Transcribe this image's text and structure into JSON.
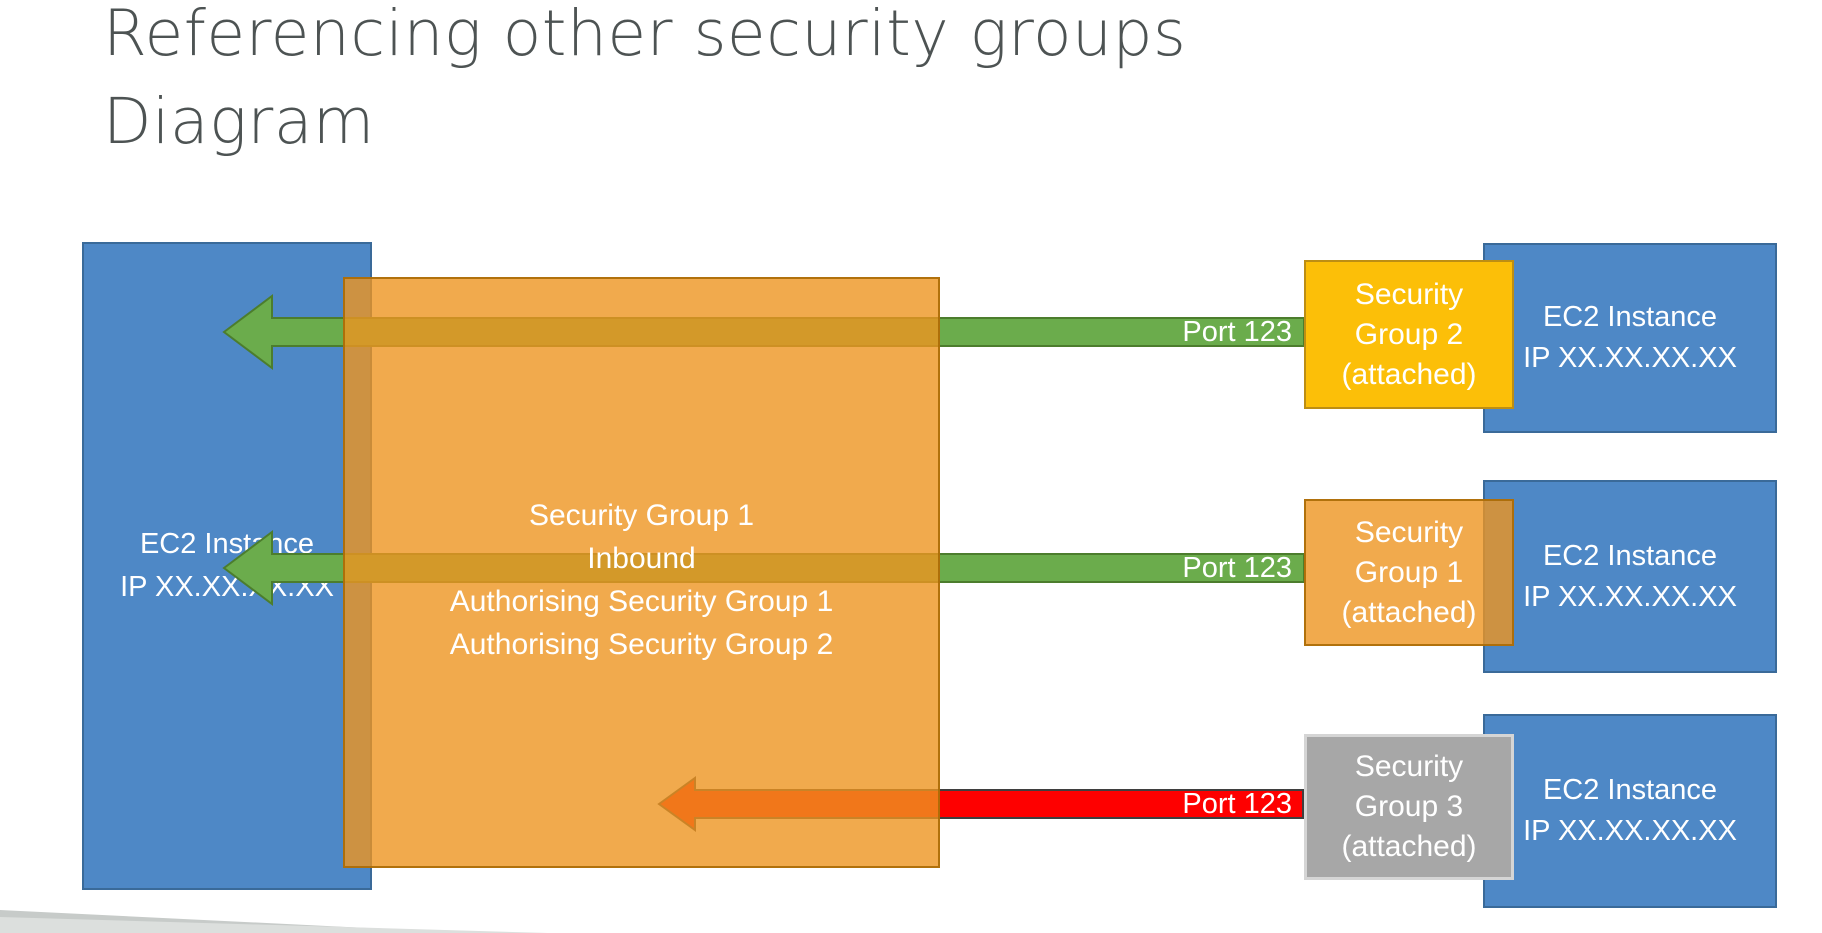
{
  "title": "Referencing other security groups\nDiagram",
  "colors": {
    "title_text": "#4D5353",
    "ec2_fill": "#4E88C6",
    "ec2_border": "#3A6A99",
    "sg_main_fill": "rgba(237,149,32,0.8)",
    "sg_main_border": "rgba(170,106,5,0.9)",
    "sg2_attached_fill": "#FCBF08",
    "sg2_attached_border": "#BD8E13",
    "sg1_attached_fill": "rgba(237,149,32,0.8)",
    "sg1_attached_border": "rgba(170,106,5,0.9)",
    "sg3_attached_fill": "#A7A7A7",
    "sg3_attached_border": "#D5D5D5",
    "allowed_arrow_fill": "#6BAC4C",
    "allowed_arrow_border": "#4C7D2D",
    "denied_arrow_fill": "#FE0000",
    "denied_arrow_border": "#3F3F3F"
  },
  "left_instance": {
    "line1": "EC2 Instance",
    "line2": "IP XX.XX.XX.XX"
  },
  "security_group_main": {
    "line1": "Security Group 1",
    "line2": "Inbound",
    "line3": "Authorising Security Group 1",
    "line4": "Authorising Security Group 2"
  },
  "connections": [
    {
      "port_label": "Port 123",
      "status": "allowed"
    },
    {
      "port_label": "Port 123",
      "status": "allowed"
    },
    {
      "port_label": "Port 123",
      "status": "denied"
    }
  ],
  "right_instances": [
    {
      "line1": "EC2 Instance",
      "line2": "IP XX.XX.XX.XX"
    },
    {
      "line1": "EC2 Instance",
      "line2": "IP XX.XX.XX.XX"
    },
    {
      "line1": "EC2 Instance",
      "line2": "IP XX.XX.XX.XX"
    }
  ],
  "attached_groups": [
    {
      "line1": "Security",
      "line2": "Group 2",
      "line3": "(attached)"
    },
    {
      "line1": "Security",
      "line2": "Group 1",
      "line3": "(attached)"
    },
    {
      "line1": "Security",
      "line2": "Group 3",
      "line3": "(attached)"
    }
  ]
}
